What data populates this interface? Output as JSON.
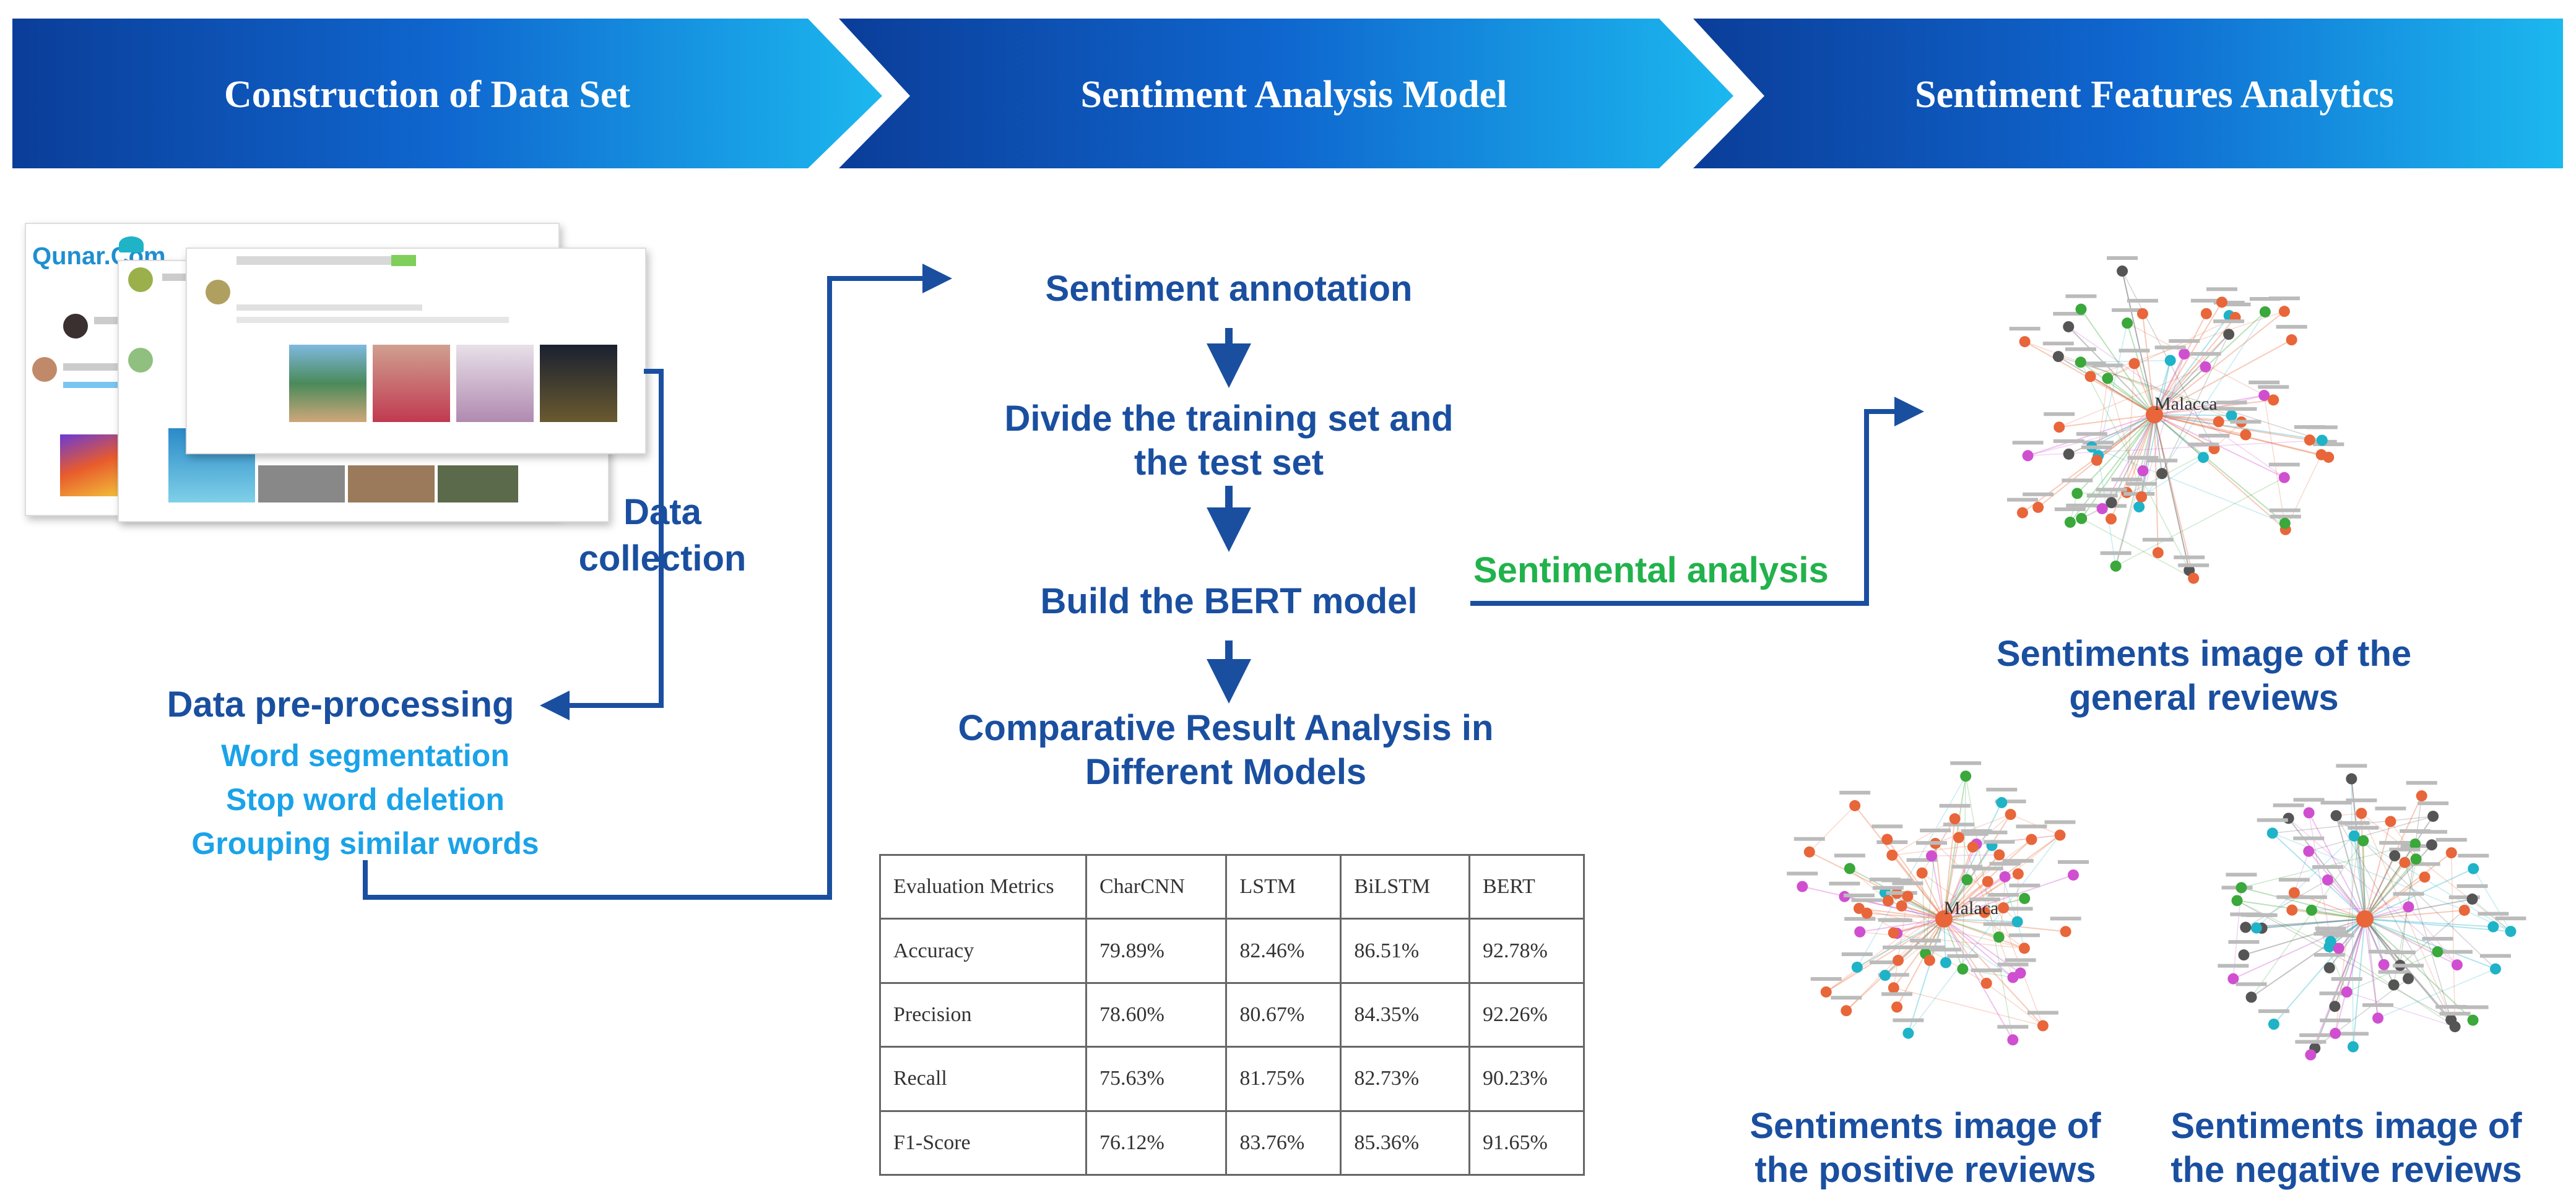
{
  "banner": {
    "step1": "Construction of Data Set",
    "step2": "Sentiment Analysis Model",
    "step3": "Sentiment Features Analytics"
  },
  "collection": {
    "logo": "Qunar.Com",
    "data_collection": "Data collection",
    "preprocessing": "Data pre-processing",
    "steps": [
      "Word segmentation",
      "Stop word deletion",
      "Grouping similar words"
    ]
  },
  "model": {
    "steps": [
      "Sentiment annotation",
      "Divide the training set and the test set",
      "Build the BERT model",
      "Comparative Result Analysis in Different Models"
    ]
  },
  "table": {
    "headers": [
      "Evaluation Metrics",
      "CharCNN",
      "LSTM",
      "BiLSTM",
      "BERT"
    ],
    "rows": [
      [
        "Accuracy",
        "79.89%",
        "82.46%",
        "86.51%",
        "92.78%"
      ],
      [
        "Precision",
        "78.60%",
        "80.67%",
        "84.35%",
        "92.26%"
      ],
      [
        "Recall",
        "75.63%",
        "81.75%",
        "82.73%",
        "90.23%"
      ],
      [
        "F1-Score",
        "76.12%",
        "83.76%",
        "85.36%",
        "91.65%"
      ]
    ]
  },
  "analytics": {
    "sentimental_analysis": "Sentimental analysis",
    "general": "Sentiments image of the general reviews",
    "positive": "Sentiments image of the positive reviews",
    "negative": "Sentiments image of the negative reviews",
    "general_center_label": "Malacca",
    "positive_center_label": "Malaca"
  },
  "colors": {
    "banner_dark": "#0b3d99",
    "banner_light": "#1cb8ef",
    "flow_blue": "#1a4fa0",
    "step_cyan": "#1aa3e8",
    "accent_green": "#22b24c",
    "node_orange": "#e8663a",
    "node_cyan": "#1fb3c8",
    "node_green": "#3aa83a",
    "node_magenta": "#d04fd0",
    "node_gray": "#555555"
  }
}
